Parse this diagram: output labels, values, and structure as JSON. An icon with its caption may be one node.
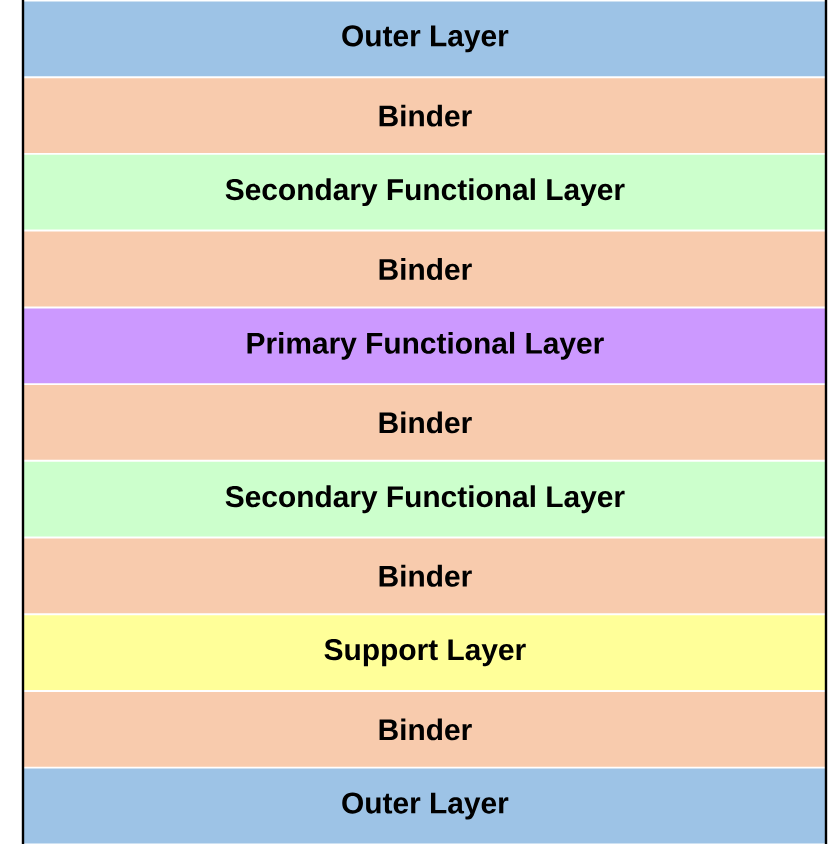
{
  "diagram": {
    "nodes": [
      {
        "text": [
          "Outer Layer"
        ]
      },
      {
        "text": [
          "Binder"
        ]
      },
      {
        "text": [
          "Secondary Functional Layer"
        ]
      },
      {
        "text": [
          "Binder"
        ]
      },
      {
        "text": [
          "Primary Functional Layer"
        ]
      },
      {
        "text": [
          "Binder"
        ]
      },
      {
        "text": [
          "Secondary Functional Layer"
        ]
      },
      {
        "text": [
          "Binder"
        ]
      },
      {
        "text": [
          "Support Layer"
        ]
      },
      {
        "text": [
          "Binder"
        ]
      },
      {
        "text": [
          "Outer Layer"
        ]
      }
    ]
  }
}
